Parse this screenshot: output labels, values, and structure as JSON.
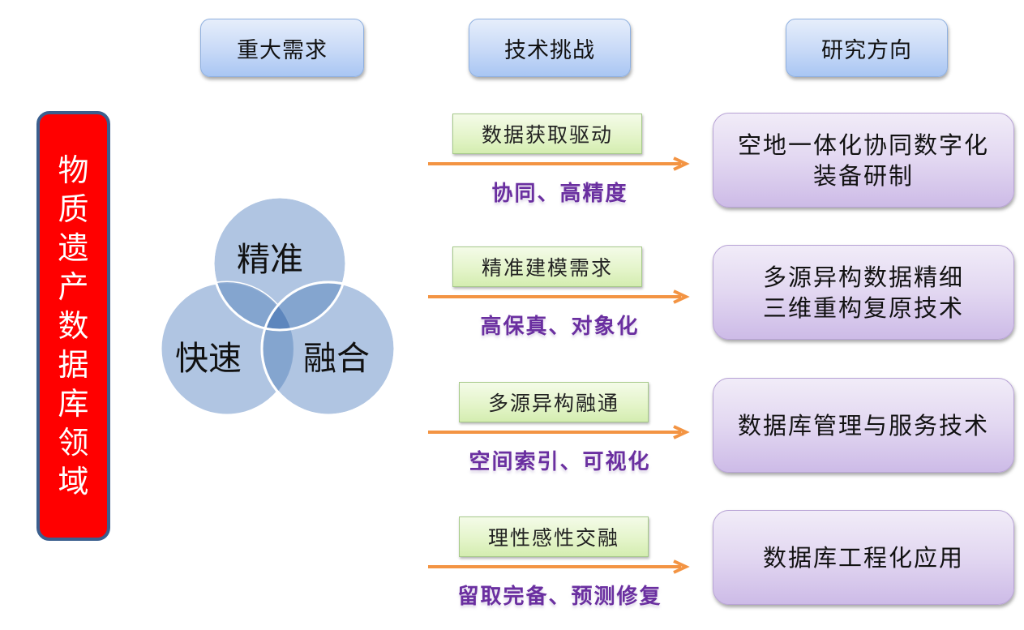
{
  "headers": [
    {
      "label": "重大需求"
    },
    {
      "label": "技术挑战"
    },
    {
      "label": "研究方向"
    }
  ],
  "domain": {
    "label": "物质遗产数据库领域",
    "chars": [
      "物",
      "质",
      "遗",
      "产",
      "数",
      "据",
      "库",
      "领",
      "域"
    ],
    "color": "#ff0000"
  },
  "venn": {
    "top": "精准",
    "left": "快速",
    "right": "融合",
    "color": "#a7bfdf"
  },
  "challenges": [
    {
      "title": "数据获取驱动",
      "subtitle": "协同、高精度"
    },
    {
      "title": "精准建模需求",
      "subtitle": "高保真、对象化"
    },
    {
      "title": "多源异构融通",
      "subtitle": "空间索引、可视化"
    },
    {
      "title": "理性感性交融",
      "subtitle": "留取完备、预测修复"
    }
  ],
  "directions": [
    {
      "lines": [
        "空地一体化协同数字化",
        "装备研制"
      ]
    },
    {
      "lines": [
        "多源异构数据精细",
        "三维重构复原技术"
      ]
    },
    {
      "lines": [
        "数据库管理与服务技术"
      ]
    },
    {
      "lines": [
        "数据库工程化应用"
      ]
    }
  ],
  "colors": {
    "arrow": "#f39443",
    "subtitle": "#6a2fa0"
  }
}
